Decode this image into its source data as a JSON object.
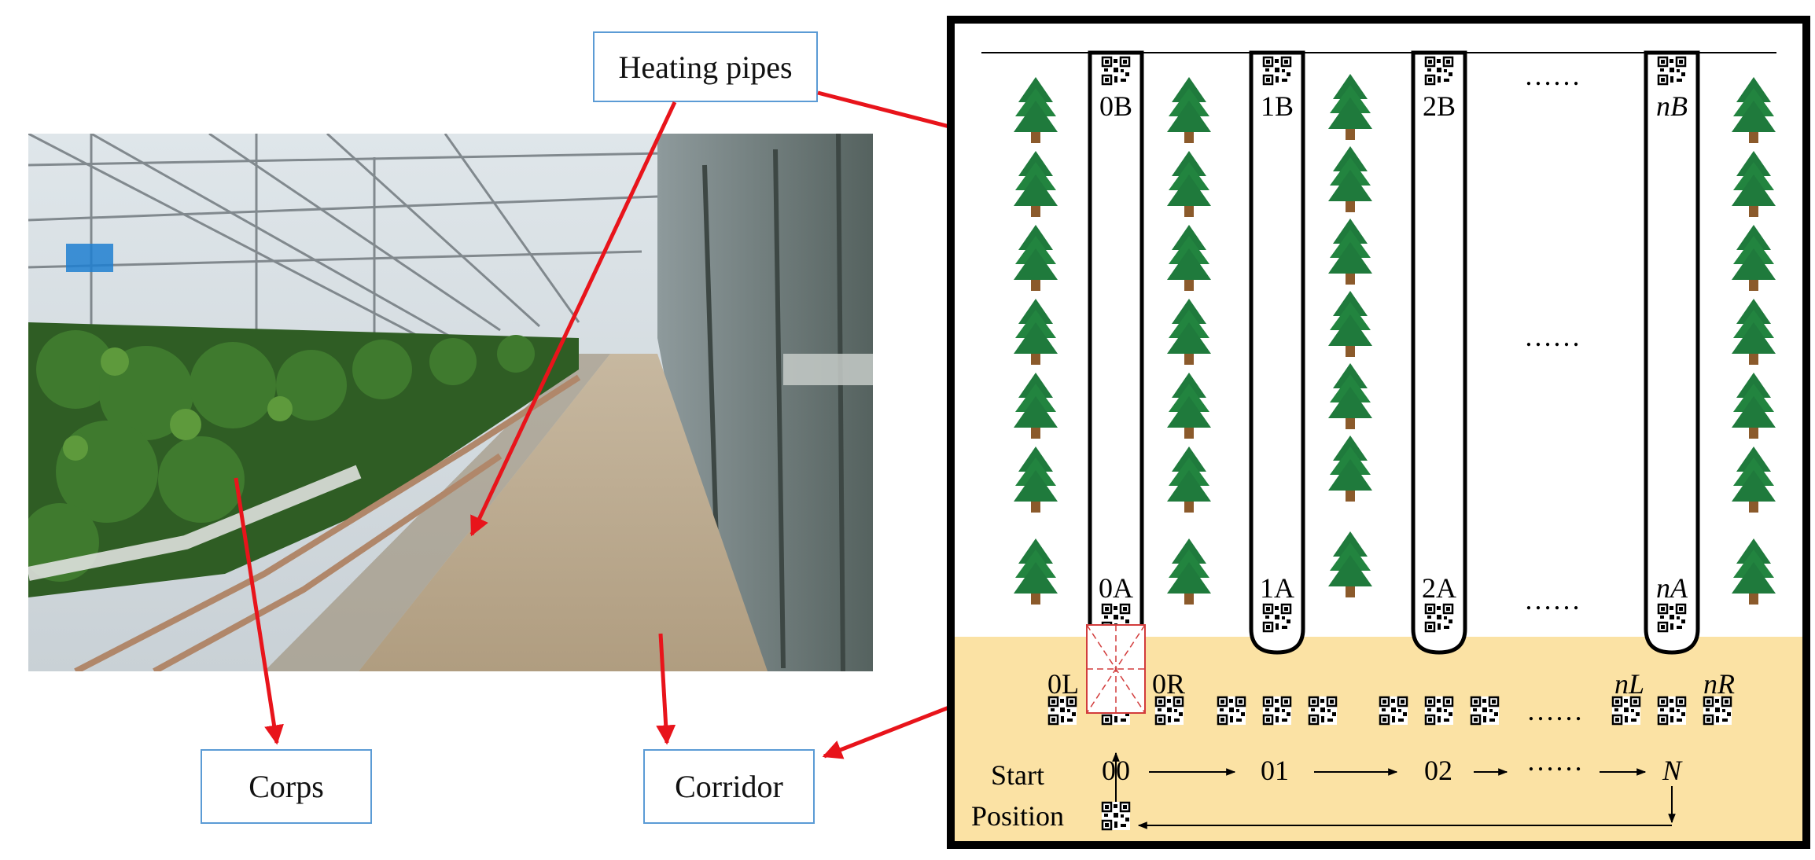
{
  "callouts": {
    "heating_pipes": "Heating pipes",
    "corps": "Corps",
    "corridor": "Corridor"
  },
  "layout_labels": {
    "pipe_top": [
      "0B",
      "1B",
      "2B",
      "nB"
    ],
    "pipe_bottom": [
      "0A",
      "1A",
      "2A",
      "nA"
    ],
    "side_labels": [
      "0L",
      "0R",
      "nL",
      "nR"
    ],
    "ellipsis": "……",
    "path_nodes": [
      "00",
      "01",
      "02",
      "N"
    ],
    "start_position": [
      "Start",
      "Position"
    ]
  },
  "colors": {
    "corridor_fill": "#fbe2a4",
    "arrow_red": "#e8141b",
    "callout_border": "#5b9bd5",
    "tree_green": "#1f7a3c",
    "tree_trunk": "#8b5a2b",
    "robot_outline": "#d23c3c"
  },
  "icons": {
    "tree": "tree-icon",
    "qr": "qr-code-icon",
    "robot": "robot-footprint-icon"
  }
}
